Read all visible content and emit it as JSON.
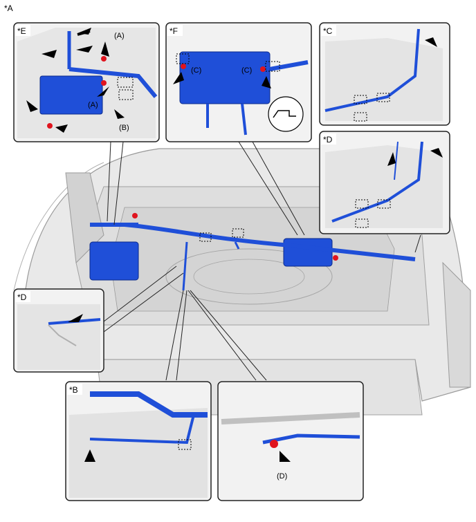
{
  "figure": {
    "main_label": "*A",
    "colors": {
      "harness": "#1f4fd8",
      "harness_dark": "#0b2a8a",
      "connector_red": "#e0141e",
      "panel_border": "#222222",
      "body_fill": "#eeeeee",
      "line": "#9a9a9a"
    }
  },
  "panels": [
    {
      "label": "*E",
      "callouts": [
        "(A)",
        "(A)",
        "(B)"
      ]
    },
    {
      "label": "*F",
      "callouts": [
        "(C)",
        "(C)"
      ]
    },
    {
      "label": "*C",
      "callouts": []
    },
    {
      "label": "*D",
      "callouts": []
    },
    {
      "label": "*D",
      "callouts": []
    },
    {
      "label": "*B",
      "callouts": []
    },
    {
      "label": "",
      "callouts": [
        "(D)"
      ]
    }
  ]
}
